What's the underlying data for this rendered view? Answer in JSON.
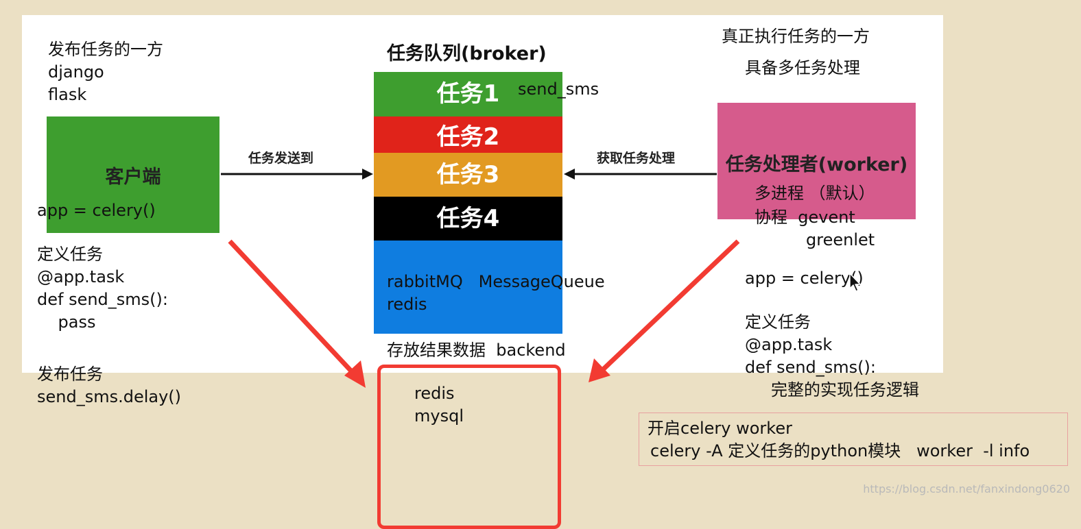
{
  "client": {
    "role_title": "发布任务的一方",
    "frameworks": [
      "django",
      "flask"
    ],
    "box_label": "客户端",
    "app_code": "app = celery()",
    "define_title": "定义任务",
    "define_code": [
      "@app.task",
      "def send_sms():",
      "    pass"
    ],
    "publish_title": "发布任务",
    "publish_code": "send_sms.delay()"
  },
  "arrows": {
    "send_label": "任务发送到",
    "fetch_label": "获取任务处理"
  },
  "queue": {
    "title": "任务队列(broker)",
    "tasks": [
      {
        "label": "任务1",
        "color": "#3e9e2f"
      },
      {
        "label": "任务2",
        "color": "#e0231a"
      },
      {
        "label": "任务3",
        "color": "#e29a22"
      },
      {
        "label": "任务4",
        "color": "#000000"
      }
    ],
    "task1_name": "send_sms",
    "impl_line1": "rabbitMQ   MessageQueue",
    "impl_line2": "redis",
    "base_color": "#0f7de0"
  },
  "backend": {
    "title": "存放结果数据  backend",
    "items": [
      "redis",
      "mysql"
    ],
    "border_color": "#f23b32"
  },
  "worker": {
    "role_title": "真正执行任务的一方",
    "role_subtitle": "具备多任务处理",
    "box_label": "任务处理者(worker)",
    "modes": [
      "多进程 （默认）",
      "协程  gevent",
      "greenlet"
    ],
    "app_code": "app = celery()",
    "define_title": "定义任务",
    "define_code": [
      "@app.task",
      "def send_sms():"
    ],
    "logic_note": "完整的实现任务逻辑",
    "box_color": "#d65b8c"
  },
  "command": {
    "line1": "开启celery worker",
    "line2": "celery -A 定义任务的python模块   worker  -l info"
  },
  "watermark": "https://blog.csdn.net/fanxindong0620",
  "colors": {
    "background": "#ebe0c4",
    "panel": "#ffffff",
    "client_box": "#3e9e2f",
    "red_arrow": "#f23b32"
  }
}
